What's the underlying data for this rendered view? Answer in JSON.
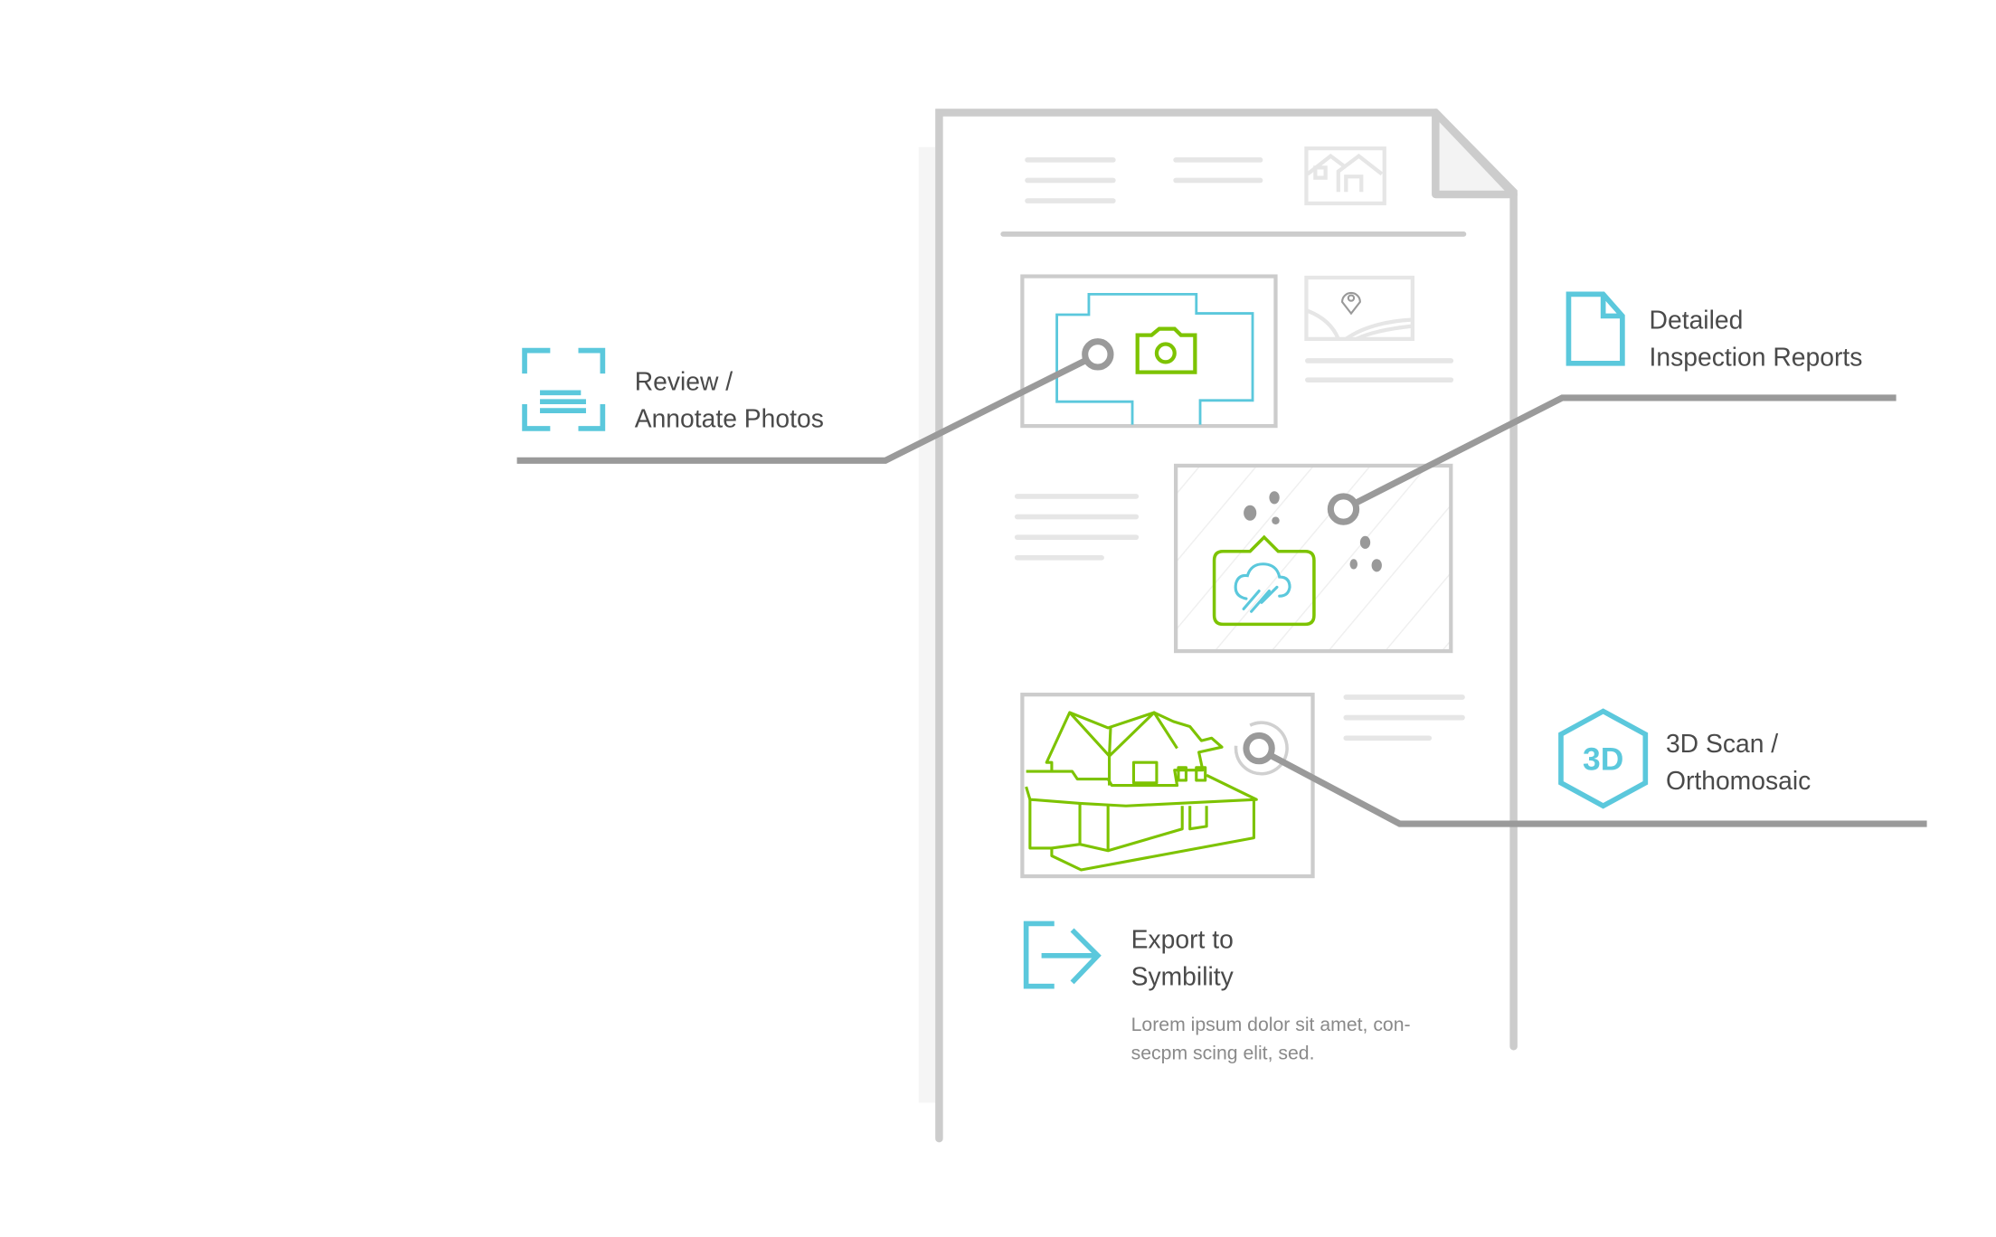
{
  "features": {
    "review": {
      "line1": "Review /",
      "line2": "Annotate Photos"
    },
    "reports": {
      "line1": "Detailed",
      "line2": "Inspection Reports"
    },
    "scan": {
      "line1": "3D Scan /",
      "line2": "Orthomosaic",
      "badge": "3D"
    },
    "export": {
      "line1": "Export to",
      "line2": "Symbility",
      "desc1": "Lorem ipsum dolor sit amet, con-",
      "desc2": "secpm scing elit, sed."
    }
  },
  "colors": {
    "accent_blue": "#5bc8dc",
    "accent_green": "#7dc300",
    "outline_gray": "#cccccc",
    "connector_gray": "#9a9a9a"
  }
}
